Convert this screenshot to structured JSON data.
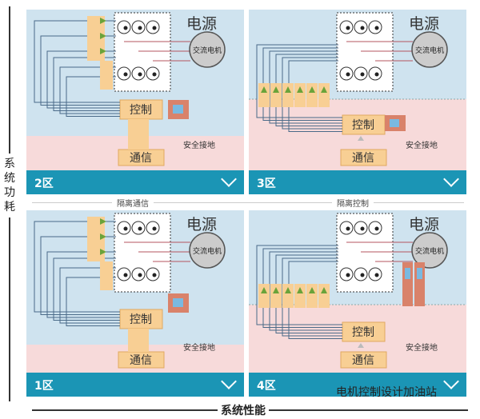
{
  "axes": {
    "y_label": "系统功耗",
    "x_label": "系统性能"
  },
  "separators": {
    "left": "隔离通信",
    "right": "隔离控制"
  },
  "panels": [
    {
      "id": "zone2",
      "zone_label": "2区",
      "power_label": "电源",
      "motor_label": "交流电机",
      "control_label": "控制",
      "comm_label": "通信",
      "ground_label": "安全接地",
      "variant": "A"
    },
    {
      "id": "zone3",
      "zone_label": "3区",
      "power_label": "电源",
      "motor_label": "交流电机",
      "control_label": "控制",
      "comm_label": "通信",
      "ground_label": "安全接地",
      "variant": "B"
    },
    {
      "id": "zone1",
      "zone_label": "1区",
      "power_label": "电源",
      "motor_label": "交流电机",
      "control_label": "控制",
      "comm_label": "通信",
      "ground_label": "安全接地",
      "variant": "C"
    },
    {
      "id": "zone4",
      "zone_label": "4区",
      "power_label": "电源",
      "motor_label": "交流电机",
      "control_label": "控制",
      "comm_label": "通信",
      "ground_label": "安全接地",
      "variant": "D"
    }
  ],
  "watermark": "电机控制设计加油站",
  "colors": {
    "bar": "#1b95b5",
    "power_bg": "#cfe3ef",
    "safe_bg": "#f7dada",
    "block": "#f8cf94",
    "isolator": "#d9826a",
    "wire": "#4a6a88",
    "red_wire": "#b5565f",
    "arrow": "#6aa33a"
  }
}
